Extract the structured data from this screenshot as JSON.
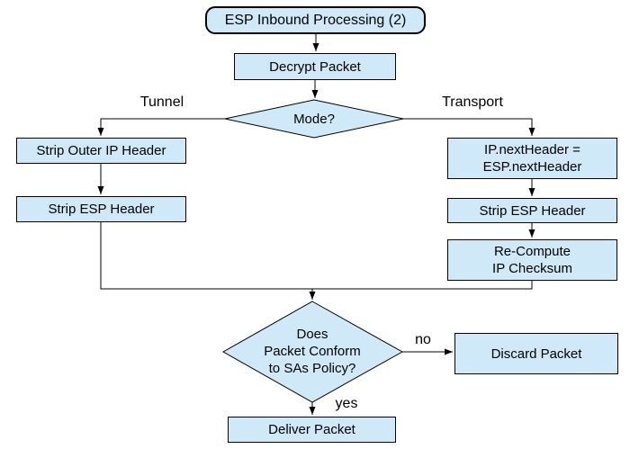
{
  "diagram": {
    "title": "ESP Inbound Processing (2)",
    "type": "flowchart",
    "colors": {
      "node_fill": "#cfe9f8",
      "node_border": "#000000",
      "connector": "#000000",
      "background": "#ffffff",
      "text": "#000000"
    },
    "nodes": {
      "title": {
        "label": "ESP Inbound Processing (2)",
        "shape": "rounded-rect"
      },
      "decrypt": {
        "label": "Decrypt Packet",
        "shape": "rect"
      },
      "mode": {
        "label": "Mode?",
        "shape": "diamond"
      },
      "strip_outer": {
        "label": "Strip Outer IP Header",
        "shape": "rect"
      },
      "strip_esp_left": {
        "label": "Strip ESP Header",
        "shape": "rect"
      },
      "ip_next": {
        "lines": [
          "IP.nextHeader =",
          "ESP.nextHeader"
        ],
        "shape": "rect"
      },
      "strip_esp_right": {
        "label": "Strip ESP Header",
        "shape": "rect"
      },
      "recompute": {
        "lines": [
          "Re-Compute",
          "IP Checksum"
        ],
        "shape": "rect"
      },
      "policy": {
        "lines": [
          "Does",
          "Packet Conform",
          "to SAs Policy?"
        ],
        "shape": "diamond"
      },
      "discard": {
        "label": "Discard Packet",
        "shape": "rect"
      },
      "deliver": {
        "label": "Deliver Packet",
        "shape": "rect"
      }
    },
    "edge_labels": {
      "tunnel": "Tunnel",
      "transport": "Transport",
      "no": "no",
      "yes": "yes"
    }
  }
}
